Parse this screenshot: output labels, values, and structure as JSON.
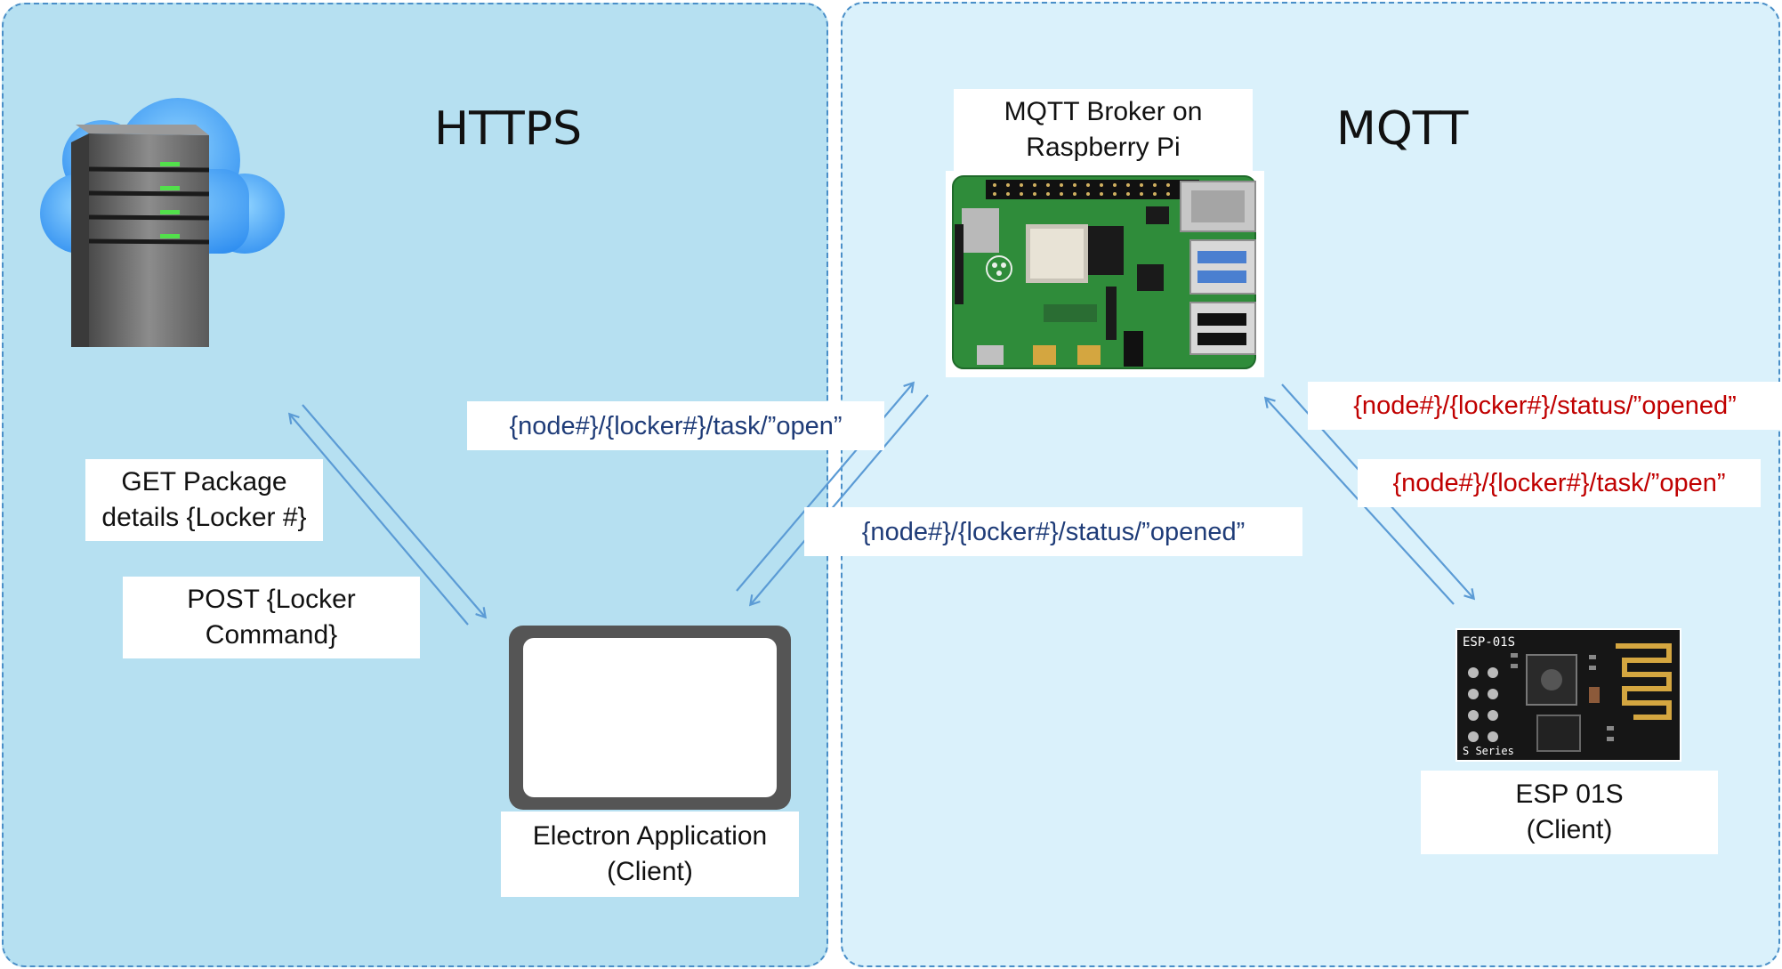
{
  "sections": {
    "https": {
      "title": "HTTPS"
    },
    "mqtt": {
      "title": "MQTT"
    }
  },
  "nodes": {
    "broker": {
      "line1": "MQTT Broker on",
      "line2": "Raspberry Pi"
    },
    "electron": {
      "line1": "Electron Application",
      "line2": "(Client)"
    },
    "esp": {
      "line1": "ESP 01S",
      "line2": "(Client)"
    }
  },
  "http_requests": {
    "get": {
      "line1": "GET Package",
      "line2": "details {Locker #}"
    },
    "post": {
      "line1": "POST {Locker",
      "line2": "Command}"
    }
  },
  "mqtt_topics": {
    "app_to_broker": "{node#}/{locker#}/task/”open”",
    "broker_to_app": "{node#}/{locker#}/status/”opened”",
    "esp_to_broker": "{node#}/{locker#}/status/”opened”",
    "broker_to_esp": "{node#}/{locker#}/task/”open”"
  },
  "esp_board": {
    "model_text": "ESP-01S",
    "series_text": "S Series"
  },
  "colors": {
    "https_panel": "#b6e0f1",
    "mqtt_panel": "#daf1fb",
    "arrow": "#5b9bd5",
    "topic_blue": "#1f3c78",
    "topic_red": "#c00000"
  }
}
